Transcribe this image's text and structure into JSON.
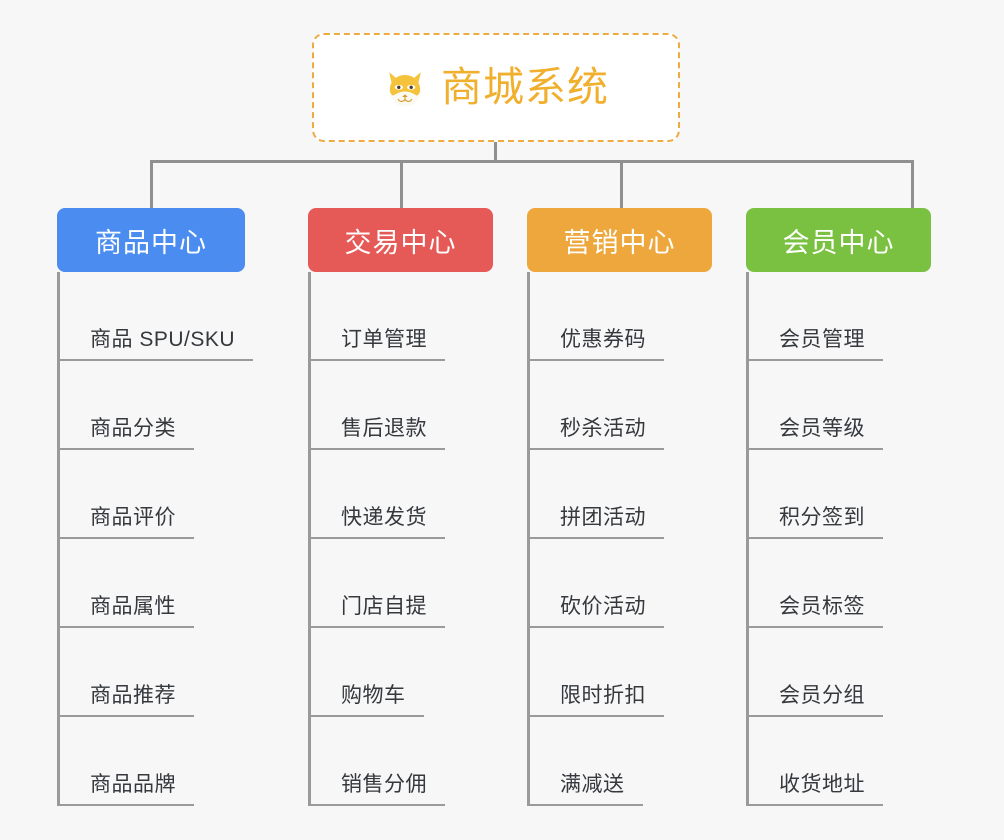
{
  "canvas": {
    "background_color": "#f7f7f7",
    "connector_color": "#909090"
  },
  "root": {
    "title": "商城系统",
    "icon": "shiba-dog-face-emoji",
    "text_color": "#f0b02e",
    "border_color": "#eeab42",
    "background_color": "#ffffff"
  },
  "branches": [
    {
      "label": "商品中心",
      "color": "#4a8cf0",
      "items": [
        "商品 SPU/SKU",
        "商品分类",
        "商品评价",
        "商品属性",
        "商品推荐",
        "商品品牌"
      ]
    },
    {
      "label": "交易中心",
      "color": "#e55a57",
      "items": [
        "订单管理",
        "售后退款",
        "快递发货",
        "门店自提",
        "购物车",
        "销售分佣"
      ]
    },
    {
      "label": "营销中心",
      "color": "#eda73c",
      "items": [
        "优惠券码",
        "秒杀活动",
        "拼团活动",
        "砍价活动",
        "限时折扣",
        "满减送"
      ]
    },
    {
      "label": "会员中心",
      "color": "#7ac142",
      "items": [
        "会员管理",
        "会员等级",
        "积分签到",
        "会员标签",
        "会员分组",
        "收货地址"
      ]
    }
  ]
}
